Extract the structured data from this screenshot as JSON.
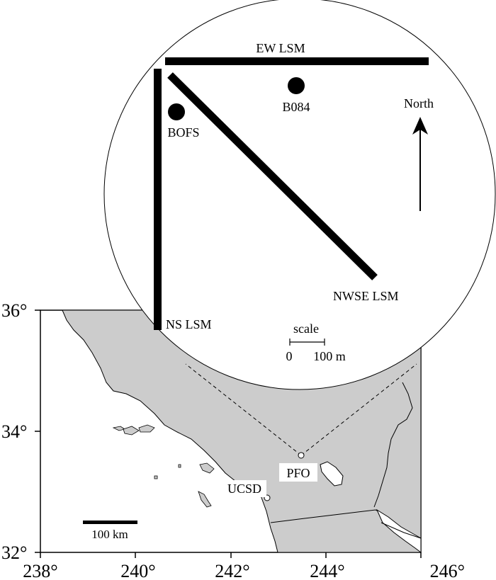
{
  "axes": {
    "lon_ticks": [
      "238°",
      "240°",
      "242°",
      "244°",
      "246°"
    ],
    "lat_ticks": [
      "36°",
      "34°",
      "32°"
    ]
  },
  "map_scale": {
    "label": "100 km"
  },
  "places": [
    {
      "id": "pfo",
      "name": "PFO"
    },
    {
      "id": "ucsd",
      "name": "UCSD"
    }
  ],
  "inset": {
    "instruments": [
      {
        "id": "ew",
        "name": "EW LSM"
      },
      {
        "id": "ns",
        "name": "NS LSM"
      },
      {
        "id": "nwse",
        "name": "NWSE LSM"
      }
    ],
    "stations": [
      {
        "id": "b084",
        "name": "B084"
      },
      {
        "id": "bofs",
        "name": "BOFS"
      }
    ],
    "north_label": "North",
    "scale": {
      "title": "scale",
      "zero": "0",
      "length": "100 m"
    }
  },
  "colors": {
    "land": "#cccccc",
    "ocean": "#ffffff",
    "ink": "#000000"
  }
}
